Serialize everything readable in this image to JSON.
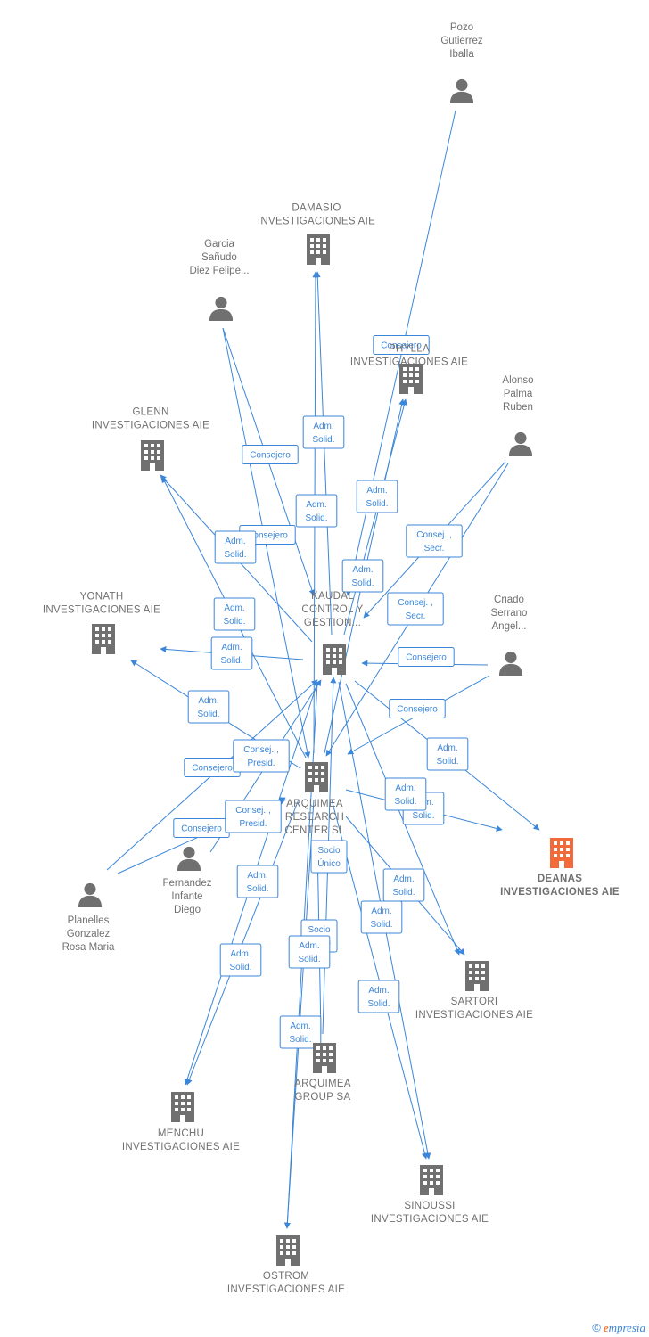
{
  "colors": {
    "edge": "#3b86d8",
    "node": "#707070",
    "focus": "#f26a3a"
  },
  "nodes": [
    {
      "id": "pozo",
      "type": "person",
      "lines": [
        "Pozo",
        "Gutierrez",
        "Iballa"
      ]
    },
    {
      "id": "damasio",
      "type": "company",
      "lines": [
        "DAMASIO",
        "INVESTIGACIONES AIE"
      ]
    },
    {
      "id": "garcia",
      "type": "person",
      "lines": [
        "Garcia",
        "Sañudo",
        "Diez Felipe..."
      ]
    },
    {
      "id": "phylla",
      "type": "company",
      "lines": [
        "PHYLLA",
        "INVESTIGACIONES AIE"
      ]
    },
    {
      "id": "alonso",
      "type": "person",
      "lines": [
        "Alonso",
        "Palma",
        "Ruben"
      ]
    },
    {
      "id": "glenn",
      "type": "company",
      "lines": [
        "GLENN",
        "INVESTIGACIONES AIE"
      ]
    },
    {
      "id": "kaudal",
      "type": "company",
      "lines": [
        "KAUDAL",
        "CONTROL Y",
        "GESTION..."
      ]
    },
    {
      "id": "yonath",
      "type": "company",
      "lines": [
        "YONATH",
        "INVESTIGACIONES AIE"
      ]
    },
    {
      "id": "criado",
      "type": "person",
      "lines": [
        "Criado",
        "Serrano",
        "Angel..."
      ]
    },
    {
      "id": "arc",
      "type": "company",
      "lines": [
        "ARQUIMEA",
        "RESEARCH",
        "CENTER SL"
      ]
    },
    {
      "id": "deanas",
      "type": "focus",
      "lines": [
        "DEANAS",
        "INVESTIGACIONES AIE"
      ]
    },
    {
      "id": "fernandez",
      "type": "person",
      "lines": [
        "Fernandez",
        "Infante",
        "Diego"
      ]
    },
    {
      "id": "planelles",
      "type": "person",
      "lines": [
        "Planelles",
        "Gonzalez",
        "Rosa Maria"
      ]
    },
    {
      "id": "sartori",
      "type": "company",
      "lines": [
        "SARTORI",
        "INVESTIGACIONES AIE"
      ]
    },
    {
      "id": "agroup",
      "type": "company",
      "lines": [
        "ARQUIMEA",
        "GROUP SA"
      ]
    },
    {
      "id": "menchu",
      "type": "company",
      "lines": [
        "MENCHU",
        "INVESTIGACIONES AIE"
      ]
    },
    {
      "id": "sinoussi",
      "type": "company",
      "lines": [
        "SINOUSSI",
        "INVESTIGACIONES AIE"
      ]
    },
    {
      "id": "ostrom",
      "type": "company",
      "lines": [
        "OSTROM",
        "INVESTIGACIONES AIE"
      ]
    }
  ],
  "edges": [
    {
      "from": "pozo",
      "to": "kaudal",
      "label": [
        "Consejero"
      ]
    },
    {
      "from": "garcia",
      "to": "kaudal",
      "label": [
        "Consejero"
      ]
    },
    {
      "from": "garcia",
      "to": "arc",
      "label": [
        "Consejero"
      ]
    },
    {
      "from": "kaudal",
      "to": "damasio",
      "label": [
        "Adm.",
        "Solid."
      ]
    },
    {
      "from": "arc",
      "to": "damasio",
      "label": [
        "Adm.",
        "Solid."
      ]
    },
    {
      "from": "kaudal",
      "to": "phylla",
      "label": [
        "Adm.",
        "Solid."
      ]
    },
    {
      "from": "arc",
      "to": "phylla",
      "label": [
        "Adm.",
        "Solid."
      ]
    },
    {
      "from": "alonso",
      "to": "kaudal",
      "label": [
        "Consej. ,",
        "Secr."
      ]
    },
    {
      "from": "alonso",
      "to": "arc",
      "label": [
        "Consej. ,",
        "Secr."
      ]
    },
    {
      "from": "kaudal",
      "to": "glenn",
      "label": [
        "Adm.",
        "Solid."
      ]
    },
    {
      "from": "arc",
      "to": "glenn",
      "label": [
        "Adm.",
        "Solid."
      ]
    },
    {
      "from": "kaudal",
      "to": "yonath",
      "label": [
        "Adm.",
        "Solid."
      ]
    },
    {
      "from": "arc",
      "to": "yonath",
      "label": [
        "Adm.",
        "Solid."
      ]
    },
    {
      "from": "criado",
      "to": "kaudal",
      "label": [
        "Consejero"
      ]
    },
    {
      "from": "criado",
      "to": "arc",
      "label": [
        "Consejero"
      ]
    },
    {
      "from": "kaudal",
      "to": "deanas",
      "label": [
        "Adm.",
        "Solid."
      ]
    },
    {
      "from": "arc",
      "to": "deanas",
      "label": [
        "Adm.",
        "Solid."
      ]
    },
    {
      "from": "planelles",
      "to": "kaudal",
      "label": [
        "Consejero"
      ]
    },
    {
      "from": "planelles",
      "to": "arc",
      "label": [
        "Consejero"
      ]
    },
    {
      "from": "fernandez",
      "to": "kaudal",
      "label": [
        "Consej. ,",
        "Presid."
      ]
    },
    {
      "from": "fernandez",
      "to": "arc",
      "label": [
        "Consej. ,",
        "Presid."
      ]
    },
    {
      "from": "agroup",
      "to": "arc",
      "label": [
        "Socio",
        "Único"
      ]
    },
    {
      "from": "agroup",
      "to": "kaudal",
      "label": [
        "Socio",
        "Único"
      ]
    },
    {
      "from": "kaudal",
      "to": "sartori",
      "label": [
        "Adm.",
        "Solid."
      ]
    },
    {
      "from": "arc",
      "to": "sartori",
      "label": [
        "Adm.",
        "Solid."
      ]
    },
    {
      "from": "kaudal",
      "to": "sinoussi",
      "label": [
        "Adm.",
        "Solid."
      ]
    },
    {
      "from": "arc",
      "to": "sinoussi",
      "label": [
        "Adm.",
        "Solid."
      ]
    },
    {
      "from": "kaudal",
      "to": "menchu",
      "label": [
        "Adm.",
        "Solid."
      ]
    },
    {
      "from": "arc",
      "to": "menchu",
      "label": [
        "Adm.",
        "Solid."
      ]
    },
    {
      "from": "kaudal",
      "to": "ostrom",
      "label": [
        "Adm.",
        "Solid."
      ]
    },
    {
      "from": "arc",
      "to": "ostrom",
      "label": [
        "Adm.",
        "Solid."
      ]
    }
  ],
  "brand": {
    "copyright": "©",
    "name": "mpresia",
    "initial": "e"
  }
}
